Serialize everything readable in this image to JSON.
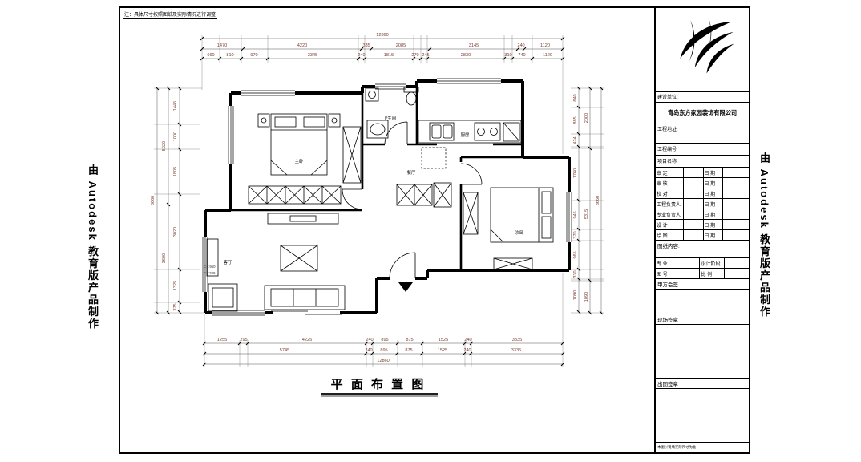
{
  "sheet": {
    "note": "注：具体尺寸按照图纸及实际情况进行调整",
    "plan_title": "平 面 布 置 图",
    "edge_text": "由 Autodesk 教育版产品制作"
  },
  "rooms": {
    "master": "主卧",
    "bath": "卫生间",
    "kitchen": "厨房",
    "bedroom2": "次卧",
    "living": "客厅",
    "dining": "餐厅",
    "ch": "CH:960",
    "ce": "CE:289"
  },
  "dims": {
    "top1": [
      "12860"
    ],
    "top2": [
      "1470",
      "4220",
      "335",
      "2085",
      "3145",
      "240",
      "1120"
    ],
    "top3": [
      "660",
      "810",
      "970",
      "3345",
      "240",
      "1815",
      "270",
      "245",
      "2830",
      "310",
      "740",
      "1120"
    ],
    "bottom1": [
      "1255",
      "295",
      "4225",
      "240",
      "895",
      "875",
      "1525",
      "240",
      "3335"
    ],
    "bottom2": [
      "5745",
      "240",
      "895",
      "875",
      "1525",
      "240",
      "3335"
    ],
    "bottom3": [
      "12860"
    ],
    "left_inner": [
      "1445",
      "1000",
      "1805",
      "3020",
      "1325",
      "375"
    ],
    "left_mid": [
      "5020",
      "3600"
    ],
    "left_outer": [
      "8660"
    ],
    "right_inner": [
      "640",
      "885",
      "424",
      "1760",
      "945",
      "370",
      "965",
      "330",
      "1090"
    ],
    "right_mid": [
      "2000",
      "5315",
      "1090"
    ],
    "right_outer": [
      "8660"
    ]
  },
  "titleblock": {
    "unit_label": "建设单位:",
    "company": "青岛东方家园装饰有限公司",
    "address_label": "工程地址:",
    "project_no_label": "工程编号",
    "project_name_label": "项目名称",
    "sign_rows": [
      {
        "role": "审 定",
        "date": "日 期"
      },
      {
        "role": "审 核",
        "date": "日 期"
      },
      {
        "role": "校 对",
        "date": "日 期"
      },
      {
        "role": "工程负责人",
        "date": "日 期"
      },
      {
        "role": "专业负责人",
        "date": "日 期"
      },
      {
        "role": "设 计",
        "date": "日 期"
      },
      {
        "role": "绘 图",
        "date": "日 期"
      }
    ],
    "content_label": "图纸内容:",
    "meta_rows": [
      {
        "a": "专 业",
        "b": "设计阶段"
      },
      {
        "a": "图 号",
        "b": "比 例"
      }
    ],
    "sign_area_label": "甲方会签",
    "site_seal_label": "现场签章",
    "out_seal_label": "出图签章",
    "footnote": "本图以现场实际尺寸为准"
  },
  "colors": {
    "dimension_text": "#7a3b32",
    "line": "#000000",
    "paper": "#ffffff"
  }
}
